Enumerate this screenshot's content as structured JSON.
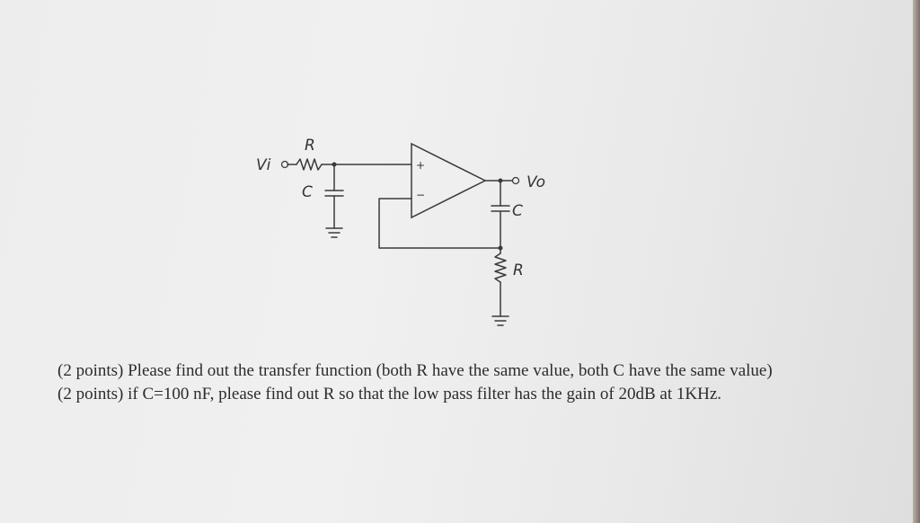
{
  "circuit": {
    "label_vi": "Vi",
    "label_vo": "Vo",
    "label_r_series": "R",
    "label_c_shunt": "C",
    "label_c_output": "C",
    "label_r_ground": "R",
    "plus_sign": "+",
    "minus_sign": "−"
  },
  "questions": [
    "(2 points) Please find out the transfer function (both R have the same value, both C have the same value)",
    "(2 points) if C=100 nF, please find out R so that the low pass filter has the gain of 20dB at 1KHz."
  ]
}
